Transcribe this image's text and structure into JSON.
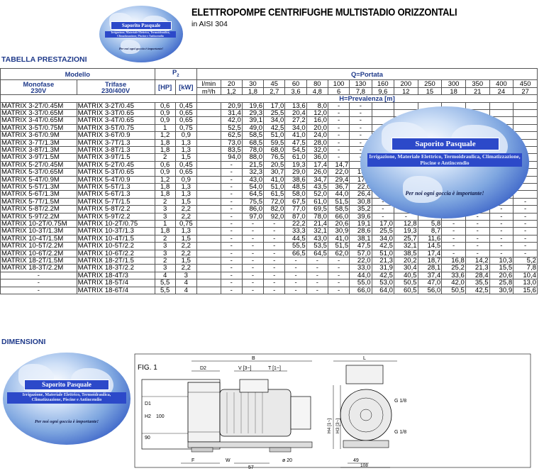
{
  "header": {
    "title": "ELETTROPOMPE CENTRIFUGHE MULTISTADIO ORIZZONTALI",
    "subtitle": "in AISI 304"
  },
  "logo": {
    "name": "Saporito Pasquale",
    "services": "Irrigazione, Materiale Elettrico, Termoidraulica, Climatizzazione, Piscine e Antincendio",
    "slogan": "Per noi ogni goccia è importante!"
  },
  "sections": {
    "performance": "TABELLA PRESTAZIONI",
    "dimensions": "DIMENSIONI"
  },
  "table": {
    "model_label": "Modello",
    "single_phase": "Monofase",
    "single_voltage": "230V",
    "three_phase": "Trifase",
    "three_voltage": "230/400V",
    "p2_label": "P",
    "p2_sub": "2",
    "hp": "[HP]",
    "kw": "[kW]",
    "q_label": "Q=Portata",
    "h_label": "H=Prevalenza [m]",
    "lmin_label": "l/min",
    "m3h_label": "m³/h",
    "lmin": [
      "20",
      "30",
      "45",
      "60",
      "80",
      "100",
      "130",
      "160",
      "200",
      "250",
      "300",
      "350",
      "400",
      "450"
    ],
    "m3h": [
      "1,2",
      "1,8",
      "2,7",
      "3,6",
      "4,8",
      "6",
      "7,8",
      "9,6",
      "12",
      "15",
      "18",
      "21",
      "24",
      "27"
    ],
    "rows": [
      {
        "mono": "MATRIX 3-2T/0.45M",
        "tri": "MATRIX 3-2T/0.45",
        "hp": "0,6",
        "kw": "0,45",
        "h": [
          "20,9",
          "19,6",
          "17,0",
          "13,6",
          "8,0",
          "-",
          "-",
          "",
          "",
          "",
          "",
          "",
          "",
          ""
        ]
      },
      {
        "mono": "MATRIX 3-3T/0.65M",
        "tri": "MATRIX 3-3T/0.65",
        "hp": "0,9",
        "kw": "0,65",
        "h": [
          "31,4",
          "29,3",
          "25,5",
          "20,4",
          "12,0",
          "-",
          "-",
          "",
          "",
          "",
          "",
          "",
          "",
          ""
        ]
      },
      {
        "mono": "MATRIX 3-4T/0.65M",
        "tri": "MATRIX 3-4T/0.65",
        "hp": "0,9",
        "kw": "0,65",
        "h": [
          "42,0",
          "39,1",
          "34,0",
          "27,2",
          "16,0",
          "-",
          "-",
          "",
          "",
          "",
          "",
          "",
          "",
          ""
        ]
      },
      {
        "mono": "MATRIX 3-5T/0.75M",
        "tri": "MATRIX 3-5T/0.75",
        "hp": "1",
        "kw": "0,75",
        "h": [
          "52,5",
          "49,0",
          "42,5",
          "34,0",
          "20,0",
          "-",
          "-",
          "",
          "",
          "",
          "",
          "",
          "",
          ""
        ]
      },
      {
        "mono": "MATRIX 3-6T/0.9M",
        "tri": "MATRIX 3-6T/0.9",
        "hp": "1,2",
        "kw": "0,9",
        "h": [
          "62,5",
          "58,5",
          "51,0",
          "41,0",
          "24,0",
          "-",
          "-",
          "",
          "",
          "",
          "",
          "",
          "",
          ""
        ]
      },
      {
        "mono": "MATRIX 3-7T/1.3M",
        "tri": "MATRIX 3-7T/1.3",
        "hp": "1,8",
        "kw": "1,3",
        "h": [
          "73,0",
          "68,5",
          "59,5",
          "47,5",
          "28,0",
          "-",
          "-",
          "",
          "",
          "",
          "",
          "",
          "",
          ""
        ]
      },
      {
        "mono": "MATRIX 3-8T/1.3M",
        "tri": "MATRIX 3-8T/1.3",
        "hp": "1,8",
        "kw": "1,3",
        "h": [
          "83,5",
          "78,0",
          "68,0",
          "54,5",
          "32,0",
          "-",
          "-",
          "",
          "",
          "",
          "",
          "",
          "",
          ""
        ]
      },
      {
        "mono": "MATRIX 3-9T/1.5M",
        "tri": "MATRIX 3-9T/1.5",
        "hp": "2",
        "kw": "1,5",
        "h": [
          "94,0",
          "88,0",
          "76,5",
          "61,0",
          "36,0",
          "-",
          "-",
          "",
          "",
          "",
          "",
          "",
          "",
          ""
        ]
      },
      {
        "mono": "MATRIX 5-2T/0.45M",
        "tri": "MATRIX 5-2T/0.45",
        "hp": "0,6",
        "kw": "0,45",
        "h": [
          "-",
          "21,5",
          "20,5",
          "19,3",
          "17,4",
          "14,7",
          "8,8",
          "",
          "",
          "",
          "",
          "",
          "",
          ""
        ]
      },
      {
        "mono": "MATRIX 5-3T/0.65M",
        "tri": "MATRIX 5-3T/0.65",
        "hp": "0,9",
        "kw": "0,65",
        "h": [
          "-",
          "32,3",
          "30,7",
          "29,0",
          "26,0",
          "22,0",
          "13,2",
          "",
          "",
          "",
          "",
          "",
          "",
          ""
        ]
      },
      {
        "mono": "MATRIX 5-4T/0.9M",
        "tri": "MATRIX 5-4T/0.9",
        "hp": "1,2",
        "kw": "0,9",
        "h": [
          "-",
          "43,0",
          "41,0",
          "38,6",
          "34,7",
          "29,4",
          "17,6",
          "",
          "",
          "",
          "",
          "",
          "",
          ""
        ]
      },
      {
        "mono": "MATRIX 5-5T/1.3M",
        "tri": "MATRIX 5-5T/1.3",
        "hp": "1,8",
        "kw": "1,3",
        "h": [
          "-",
          "54,0",
          "51,0",
          "48,5",
          "43,5",
          "36,7",
          "22,0",
          "",
          "",
          "",
          "",
          "",
          "",
          ""
        ]
      },
      {
        "mono": "MATRIX 5-6T/1.3M",
        "tri": "MATRIX 5-6T/1.3",
        "hp": "1,8",
        "kw": "1,3",
        "h": [
          "-",
          "64,5",
          "61,5",
          "58,0",
          "52,0",
          "44,0",
          "26,4",
          "",
          "",
          "",
          "",
          "",
          "",
          ""
        ]
      },
      {
        "mono": "MATRIX 5-7T/1.5M",
        "tri": "MATRIX 5-7T/1.5",
        "hp": "2",
        "kw": "1,5",
        "h": [
          "-",
          "75,5",
          "72,0",
          "67,5",
          "61,0",
          "51,5",
          "30,8",
          "-",
          "-",
          "-",
          "-",
          "-",
          "-",
          "-"
        ]
      },
      {
        "mono": "MATRIX 5-8T/2.2M",
        "tri": "MATRIX 5-8T/2.2",
        "hp": "3",
        "kw": "2,2",
        "h": [
          "-",
          "86,0",
          "82,0",
          "77,0",
          "69,5",
          "58,5",
          "35,2",
          "-",
          "-",
          "-",
          "-",
          "-",
          "-",
          "-"
        ]
      },
      {
        "mono": "MATRIX 5-9T/2.2M",
        "tri": "MATRIX 5-9T/2.2",
        "hp": "3",
        "kw": "2,2",
        "h": [
          "-",
          "97,0",
          "92,0",
          "87,0",
          "78,0",
          "66,0",
          "39,6",
          "-",
          "-",
          "-",
          "-",
          "-",
          "-",
          "-"
        ]
      },
      {
        "mono": "MATRIX 10-2T/0.75M",
        "tri": "MATRIX 10-2T/0.75",
        "hp": "1",
        "kw": "0,75",
        "h": [
          "-",
          "-",
          "-",
          "22,2",
          "21,4",
          "20,6",
          "19,1",
          "17,0",
          "12,8",
          "5,8",
          "-",
          "-",
          "-",
          "-"
        ]
      },
      {
        "mono": "MATRIX 10-3T/1.3M",
        "tri": "MATRIX 10-3T/1.3",
        "hp": "1,8",
        "kw": "1,3",
        "h": [
          "-",
          "-",
          "-",
          "33,3",
          "32,1",
          "30,9",
          "28,6",
          "25,5",
          "19,3",
          "8,7",
          "-",
          "-",
          "-",
          "-"
        ]
      },
      {
        "mono": "MATRIX 10-4T/1.5M",
        "tri": "MATRIX 10-4T/1.5",
        "hp": "2",
        "kw": "1,5",
        "h": [
          "-",
          "-",
          "-",
          "44,5",
          "43,0",
          "41,0",
          "38,1",
          "34,0",
          "25,7",
          "11,6",
          "-",
          "-",
          "-",
          "-"
        ]
      },
      {
        "mono": "MATRIX 10-5T/2.2M",
        "tri": "MATRIX 10-5T/2.2",
        "hp": "3",
        "kw": "2,2",
        "h": [
          "-",
          "-",
          "-",
          "55,5",
          "53,5",
          "51,5",
          "47,5",
          "42,5",
          "32,1",
          "14,5",
          "-",
          "-",
          "-",
          "-"
        ]
      },
      {
        "mono": "MATRIX 10-6T/2.2M",
        "tri": "MATRIX 10-6T/2.2",
        "hp": "3",
        "kw": "2,2",
        "h": [
          "-",
          "-",
          "-",
          "66,5",
          "64,5",
          "62,0",
          "57,0",
          "51,0",
          "38,5",
          "17,4",
          "-",
          "-",
          "-",
          "-"
        ]
      },
      {
        "mono": "MATRIX 18-2T/1.5M",
        "tri": "MATRIX 18-2T/1.5",
        "hp": "2",
        "kw": "1,5",
        "h": [
          "-",
          "-",
          "-",
          "-",
          "-",
          "-",
          "22,0",
          "21,3",
          "20,2",
          "18,7",
          "16,8",
          "14,2",
          "10,3",
          "5,2"
        ]
      },
      {
        "mono": "MATRIX 18-3T/2.2M",
        "tri": "MATRIX 18-3T/2.2",
        "hp": "3",
        "kw": "2,2",
        "h": [
          "-",
          "-",
          "-",
          "-",
          "-",
          "-",
          "33,0",
          "31,9",
          "30,4",
          "28,1",
          "25,2",
          "21,3",
          "15,5",
          "7,8"
        ]
      },
      {
        "mono": "-",
        "tri": "MATRIX 18-4T/3",
        "hp": "4",
        "kw": "3",
        "h": [
          "-",
          "-",
          "-",
          "-",
          "-",
          "-",
          "44,0",
          "42,5",
          "40,5",
          "37,4",
          "33,6",
          "28,4",
          "20,6",
          "10,4"
        ]
      },
      {
        "mono": "-",
        "tri": "MATRIX 18-5T/4",
        "hp": "5,5",
        "kw": "4",
        "h": [
          "-",
          "-",
          "-",
          "-",
          "-",
          "-",
          "55,0",
          "53,0",
          "50,5",
          "47,0",
          "42,0",
          "35,5",
          "25,8",
          "13,0"
        ]
      },
      {
        "mono": "-",
        "tri": "MATRIX 18-6T/4",
        "hp": "5,5",
        "kw": "4",
        "h": [
          "-",
          "-",
          "-",
          "-",
          "-",
          "-",
          "66,0",
          "64,0",
          "60,5",
          "56,0",
          "50,5",
          "42,5",
          "30,9",
          "15,6"
        ]
      }
    ]
  },
  "drawing": {
    "fig": "FIG. 1",
    "labels": {
      "b": "B",
      "d2": "D2",
      "v": "V [3~]",
      "t": "T [1~]",
      "l": "L",
      "d1": "D1",
      "h2": "H2",
      "h1": "100",
      "h90": "90",
      "h4": "H4 [1~]",
      "h3": "H3 [3~]",
      "g1": "G 1/8",
      "g2": "G 1/8",
      "f": "F",
      "w": "W",
      "dim57": "57",
      "dia": "ø 20",
      "dim49": "49",
      "dim108": "108"
    }
  }
}
